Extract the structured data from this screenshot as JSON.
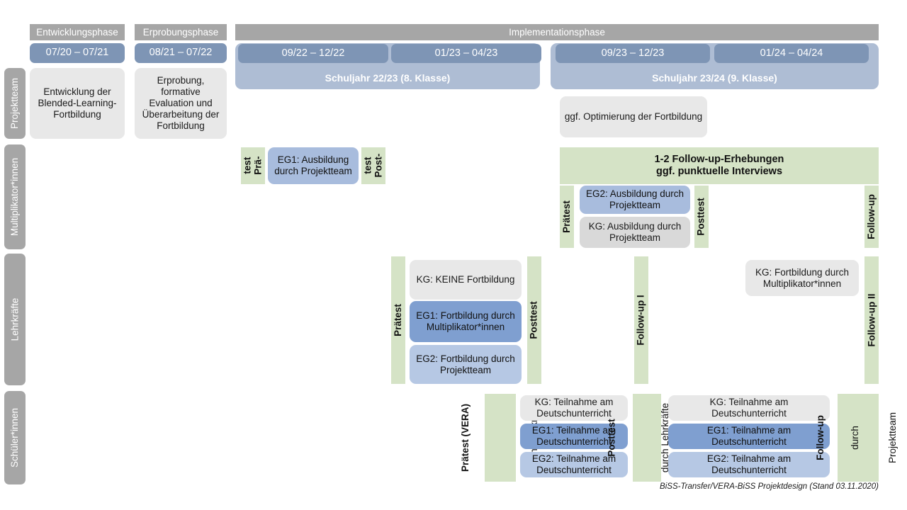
{
  "footer": {
    "text": "BiSS-Transfer/VERA-BiSS Projektdesign (Stand 03.11.2020)"
  },
  "phases": [
    {
      "label": "Entwicklungsphase"
    },
    {
      "label": "Erprobungsphase"
    },
    {
      "label": "Implementationsphase"
    }
  ],
  "periods": [
    {
      "label": "07/20 – 07/21"
    },
    {
      "label": "08/21 – 07/22"
    },
    {
      "label": "09/22 – 12/22"
    },
    {
      "label": "01/23 – 04/23"
    },
    {
      "label": "09/23 – 12/23"
    },
    {
      "label": "01/24 – 04/24"
    }
  ],
  "school_years": [
    {
      "label": "Schuljahr 22/23 (8. Klasse)"
    },
    {
      "label": "Schuljahr 23/24 (9. Klasse)"
    }
  ],
  "rows": [
    {
      "label": "Projektteam"
    },
    {
      "label": "Multiplikator*innen"
    },
    {
      "label": "Lehrkräfte"
    },
    {
      "label": "Schüler*innen"
    }
  ],
  "projektteam": {
    "entwicklung": "Entwicklung der Blended-Learning-Fortbildung",
    "erprobung": "Erprobung, formative Evaluation und Überarbeitung der Fortbildung",
    "optimierung": "ggf. Optimierung der Fortbildung"
  },
  "multiplikatoren": {
    "praetest_1": "Prä-",
    "praetest_2": "test",
    "posttest_1": "Post-",
    "posttest_2": "test",
    "eg1": "EG1: Ausbildung durch Projektteam",
    "banner_line1": "1-2 Follow-up-Erhebungen",
    "banner_line2": "ggf. punktuelle Interviews",
    "praetest_2324": "Prätest",
    "posttest_2324": "Posttest",
    "eg2": "EG2:  Ausbildung durch Projektteam",
    "kg": "KG: Ausbildung durch Projektteam",
    "followup": "Follow-up"
  },
  "lehrkraefte": {
    "praetest": "Prätest",
    "posttest": "Posttest",
    "kg_keine": "KG:  KEINE Fortbildung",
    "eg1": "EG1: Fortbildung durch Multiplikator*innen",
    "eg2": "EG2: Fortbildung durch Projektteam",
    "followup_1": "Follow-up I",
    "kg_fortbildung": "KG: Fortbildung durch Multiplikator*innen",
    "followup_2": "Follow-up II"
  },
  "schueler": {
    "praetest_main": "Prätest (VERA)",
    "praetest_sub": "durch Lehrkräfte",
    "posttest_main": "Posttest",
    "posttest_sub": "durch Lehrkräfte",
    "followup_main": "Follow-up",
    "followup_sub1": "durch",
    "followup_sub2": "Projektteam",
    "kg_1": "KG: Teilnahme am Deutschunterricht",
    "eg1_1": "EG1: Teilnahme am Deutschunterricht",
    "eg2_1": "EG2: Teilnahme am Deutschunterricht",
    "kg_2": "KG: Teilnahme am Deutschunterricht",
    "eg1_2": "EG1: Teilnahme am Deutschunterricht",
    "eg2_2": "EG2: Teilnahme am Deutschunterricht"
  },
  "colors": {
    "grey_header": "#a6a6a6",
    "date_pill": "#7e95b5",
    "year_band": "#aebdd4",
    "green": "#d5e3c6",
    "blue_dark": "#7f9fd0",
    "blue_mid": "#a8bcdd",
    "blue_light": "#b6c8e4",
    "grey_box": "#e8e8e8"
  }
}
